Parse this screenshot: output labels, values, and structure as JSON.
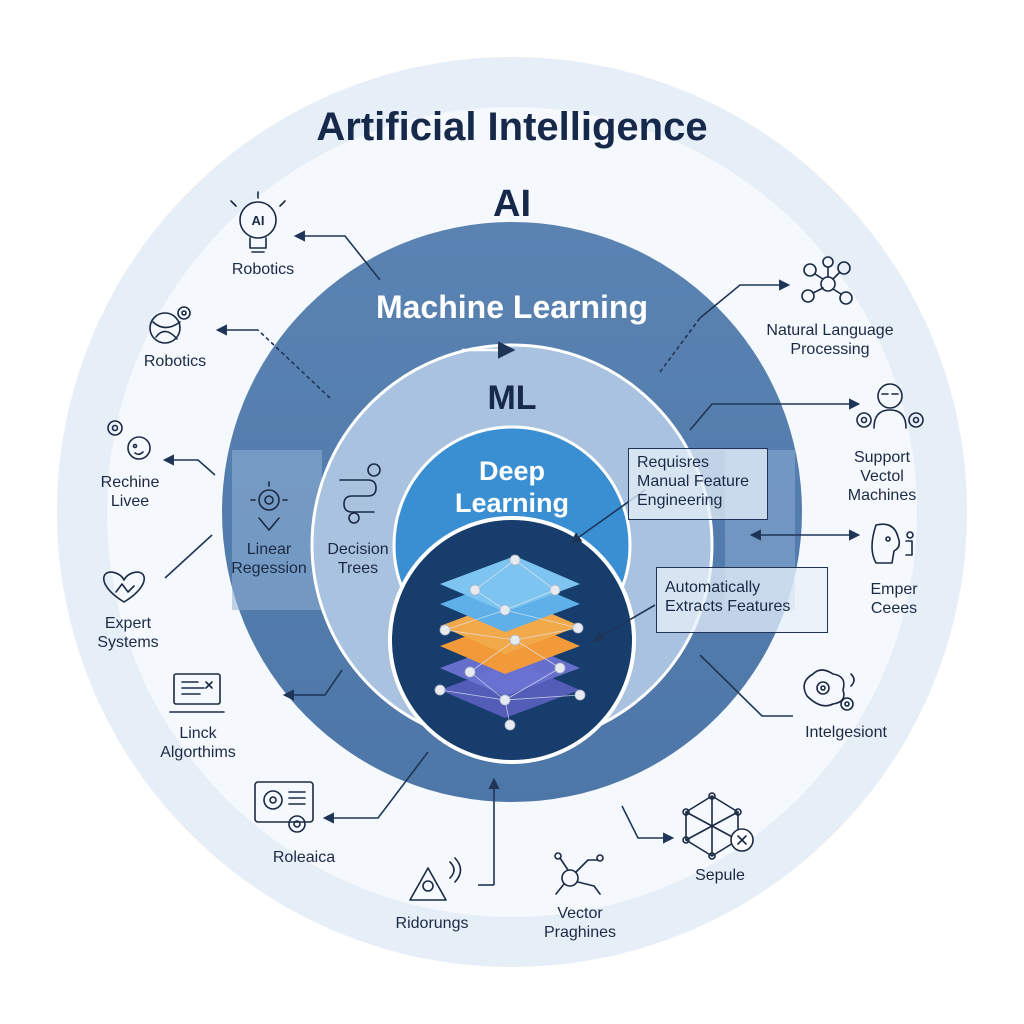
{
  "title": "Artificial Intelligence",
  "layers": {
    "ai": "AI",
    "machine_learning_title": "Machine Learning",
    "ml": "ML",
    "deep_learning": "Deep\nLearning"
  },
  "inner_items": {
    "linear_regression": "Linear\nRegession",
    "decision_trees": "Decision\nTrees"
  },
  "callouts": {
    "manual": "Requisres\nManual Feature\nEngineering",
    "auto": "Automatically\nExtracts Features"
  },
  "left_items": [
    {
      "label": "Robotics",
      "icon": "ai-lightbulb-icon"
    },
    {
      "label": "Robotics",
      "icon": "globe-gear-icon"
    },
    {
      "label": "Rechine\nLivee",
      "icon": "gear-face-icon"
    },
    {
      "label": "Expert\nSystems",
      "icon": "hearts-icon"
    },
    {
      "label": "Linck\nAlgorthims",
      "icon": "computer-icon"
    },
    {
      "label": "Roleaica",
      "icon": "gear-panel-icon"
    }
  ],
  "bottom_items": [
    {
      "label": "Ridorungs",
      "icon": "robot-signal-icon"
    },
    {
      "label": "Vector\nPraghines",
      "icon": "robot-arm-icon"
    }
  ],
  "right_items": [
    {
      "label": "Natural Language\nProcessing",
      "icon": "molecule-network-icon"
    },
    {
      "label": "Support\nVectol\nMachines",
      "icon": "robot-head-icon"
    },
    {
      "label": "Emper\nCeees",
      "icon": "face-profile-icon"
    },
    {
      "label": "Intelgesiont",
      "icon": "brain-gears-icon"
    },
    {
      "label": "Sepule",
      "icon": "network-polyhedron-icon"
    }
  ],
  "colors": {
    "outer_ring": "#e6eef7",
    "ai_circle": "#f4f7fb",
    "ml_ring": "#5d86b5",
    "ml_inner": "#a9c2e0",
    "deep_learning": "#3a8fd2",
    "core": "#163d6c",
    "text_dark": "#17294a"
  }
}
